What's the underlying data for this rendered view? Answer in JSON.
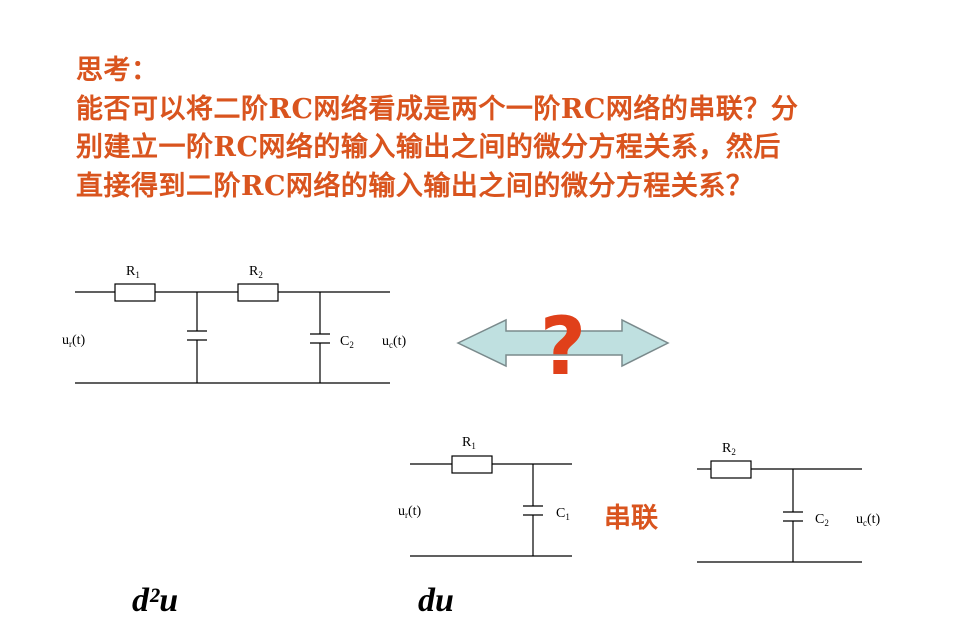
{
  "question": {
    "title": "思考：",
    "line1": "能否可以将二阶RC网络看成是两个一阶RC网络的串联？分",
    "line2": "别建立一阶RC网络的输入输出之间的微分方程关系，然后",
    "line3": "直接得到二阶RC网络的输入输出之间的微分方程关系？"
  },
  "circuit_main": {
    "r1": "R",
    "r1_sub": "1",
    "r2": "R",
    "r2_sub": "2",
    "c2": "C",
    "c2_sub": "2",
    "input": "u",
    "input_sub": "r",
    "input_arg": "(t)",
    "output": "u",
    "output_sub": "c",
    "output_arg": "(t)"
  },
  "arrow": {
    "symbol": "?",
    "fill": "#bfe0e0",
    "question_color": "#e0401a"
  },
  "circuit_stage1": {
    "r": "R",
    "r_sub": "1",
    "c": "C",
    "c_sub": "1",
    "input": "u",
    "input_sub": "r",
    "input_arg": "(t)"
  },
  "series_label": "串联",
  "circuit_stage2": {
    "r": "R",
    "r_sub": "2",
    "c": "C",
    "c_sub": "2",
    "output": "u",
    "output_sub": "c",
    "output_arg": "(t)"
  },
  "formula": {
    "left": "d²u",
    "right": "du"
  },
  "colors": {
    "text_accent": "#d9541e"
  }
}
